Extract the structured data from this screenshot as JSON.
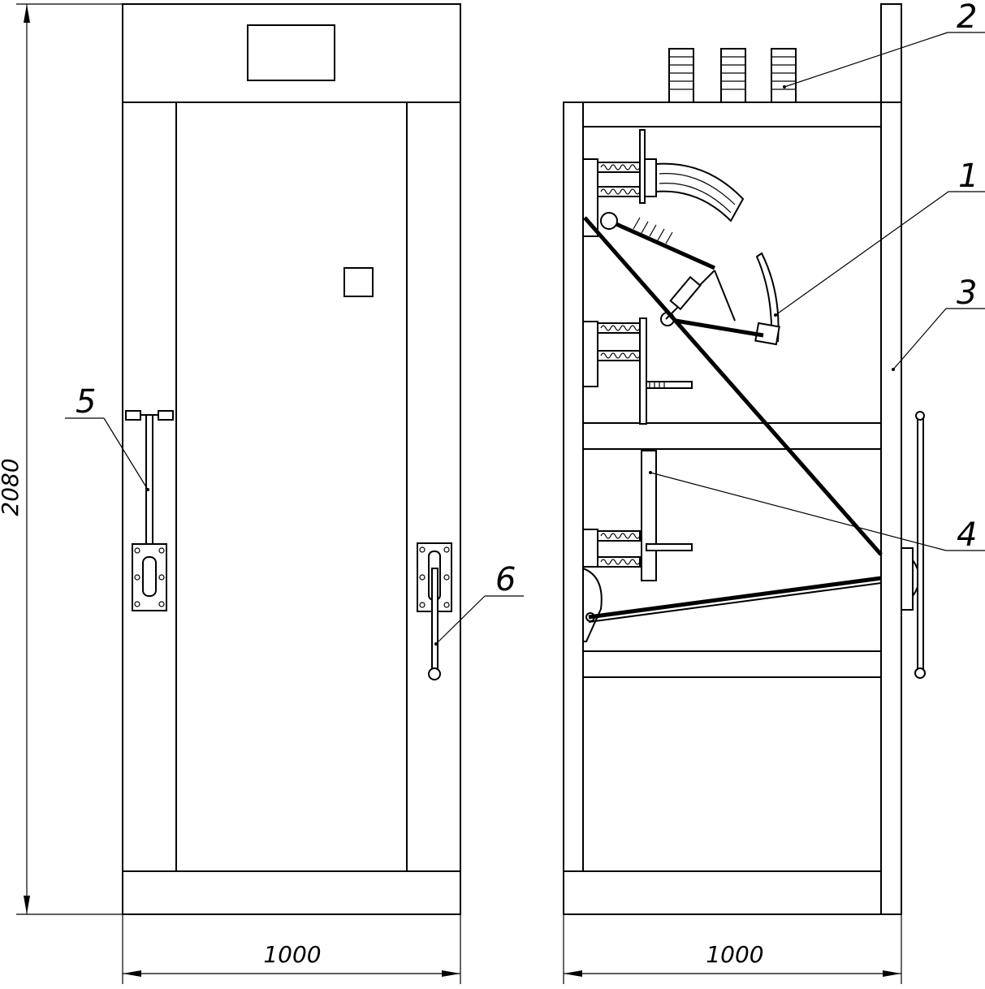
{
  "drawing": {
    "dimensions": {
      "height": "2080",
      "front_width": "1000",
      "side_width": "1000"
    },
    "callouts": {
      "c1": "1",
      "c2": "2",
      "c3": "3",
      "c4": "4",
      "c5": "5",
      "c6": "6"
    }
  }
}
